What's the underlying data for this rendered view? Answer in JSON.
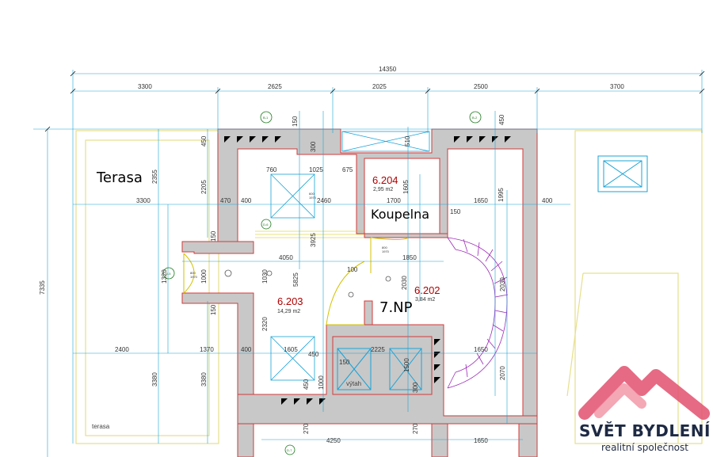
{
  "dimensions": {
    "overall": "14350",
    "top_row": [
      "3300",
      "2625",
      "2025",
      "2500",
      "3700"
    ],
    "left_height": "7335",
    "row_2205": "2205",
    "row_3300": "3300",
    "row_470": "470",
    "row_400": "400",
    "row_2460": "2460",
    "row_1650": "1650",
    "row_400b": "400",
    "row_760": "760",
    "row_1025": "1025",
    "row_675": "675",
    "row_1700": "1700",
    "row_1605": "1605",
    "row_1995": "1995",
    "row_150a": "150",
    "row_150b": "150",
    "row_150c": "150",
    "row_450a": "450",
    "row_450b": "450",
    "row_300": "300",
    "row_510": "510",
    "row_2355": "2355",
    "row_4050": "4050",
    "row_1850": "1850",
    "row_3925": "3925",
    "row_5825": "5825",
    "row_1320": "1320",
    "row_1000": "1000",
    "row_1030": "1030",
    "row_100": "100",
    "row_2030": "2030",
    "row_2030b": "2030",
    "row_2320": "2320",
    "row_2400": "2400",
    "row_1370": "1370",
    "row_400c": "400",
    "row_1605b": "1605",
    "row_450c": "450",
    "row_2225": "2225",
    "row_1650b": "1650",
    "row_3380a": "3380",
    "row_3380b": "3380",
    "row_150d": "150",
    "row_1500": "1500",
    "row_300b": "300",
    "row_2070": "2070",
    "row_270a": "270",
    "row_4250": "4250",
    "row_270b": "270",
    "row_1650c": "1650",
    "row_450d": "450",
    "row_1000b": "1000"
  },
  "rooms": [
    {
      "id": "6.204",
      "area": "2,95 m2"
    },
    {
      "id": "6.203",
      "area": "14,29 m2"
    },
    {
      "id": "6.202",
      "area": "3,84 m2"
    }
  ],
  "labels": {
    "terasa_big": "Terasa",
    "koupelna": "Koupelna",
    "floor": "7.NP",
    "vytah": "výtah",
    "terasa_small": "terasa"
  },
  "doors": {
    "d1": "800\n1970",
    "d2": "800\n1970",
    "d3": "600\n1970"
  },
  "axis_tags": [
    "B-1",
    "B-2",
    "D-5",
    "D-6",
    "D-7"
  ],
  "logo": {
    "title": "SVĚT BYDLENÍ",
    "subtitle": "realitní společnost",
    "colors": [
      "#e2506f",
      "#f08a9c"
    ]
  },
  "colors": {
    "wall": "#c8c8c8",
    "wall_outline": "#d23a3a",
    "dimension": "#1aa3d6",
    "terrace": "#e6e08c",
    "stair": "#9c2ab7",
    "door": "#d4c200",
    "axis": "#1b7a1b"
  }
}
